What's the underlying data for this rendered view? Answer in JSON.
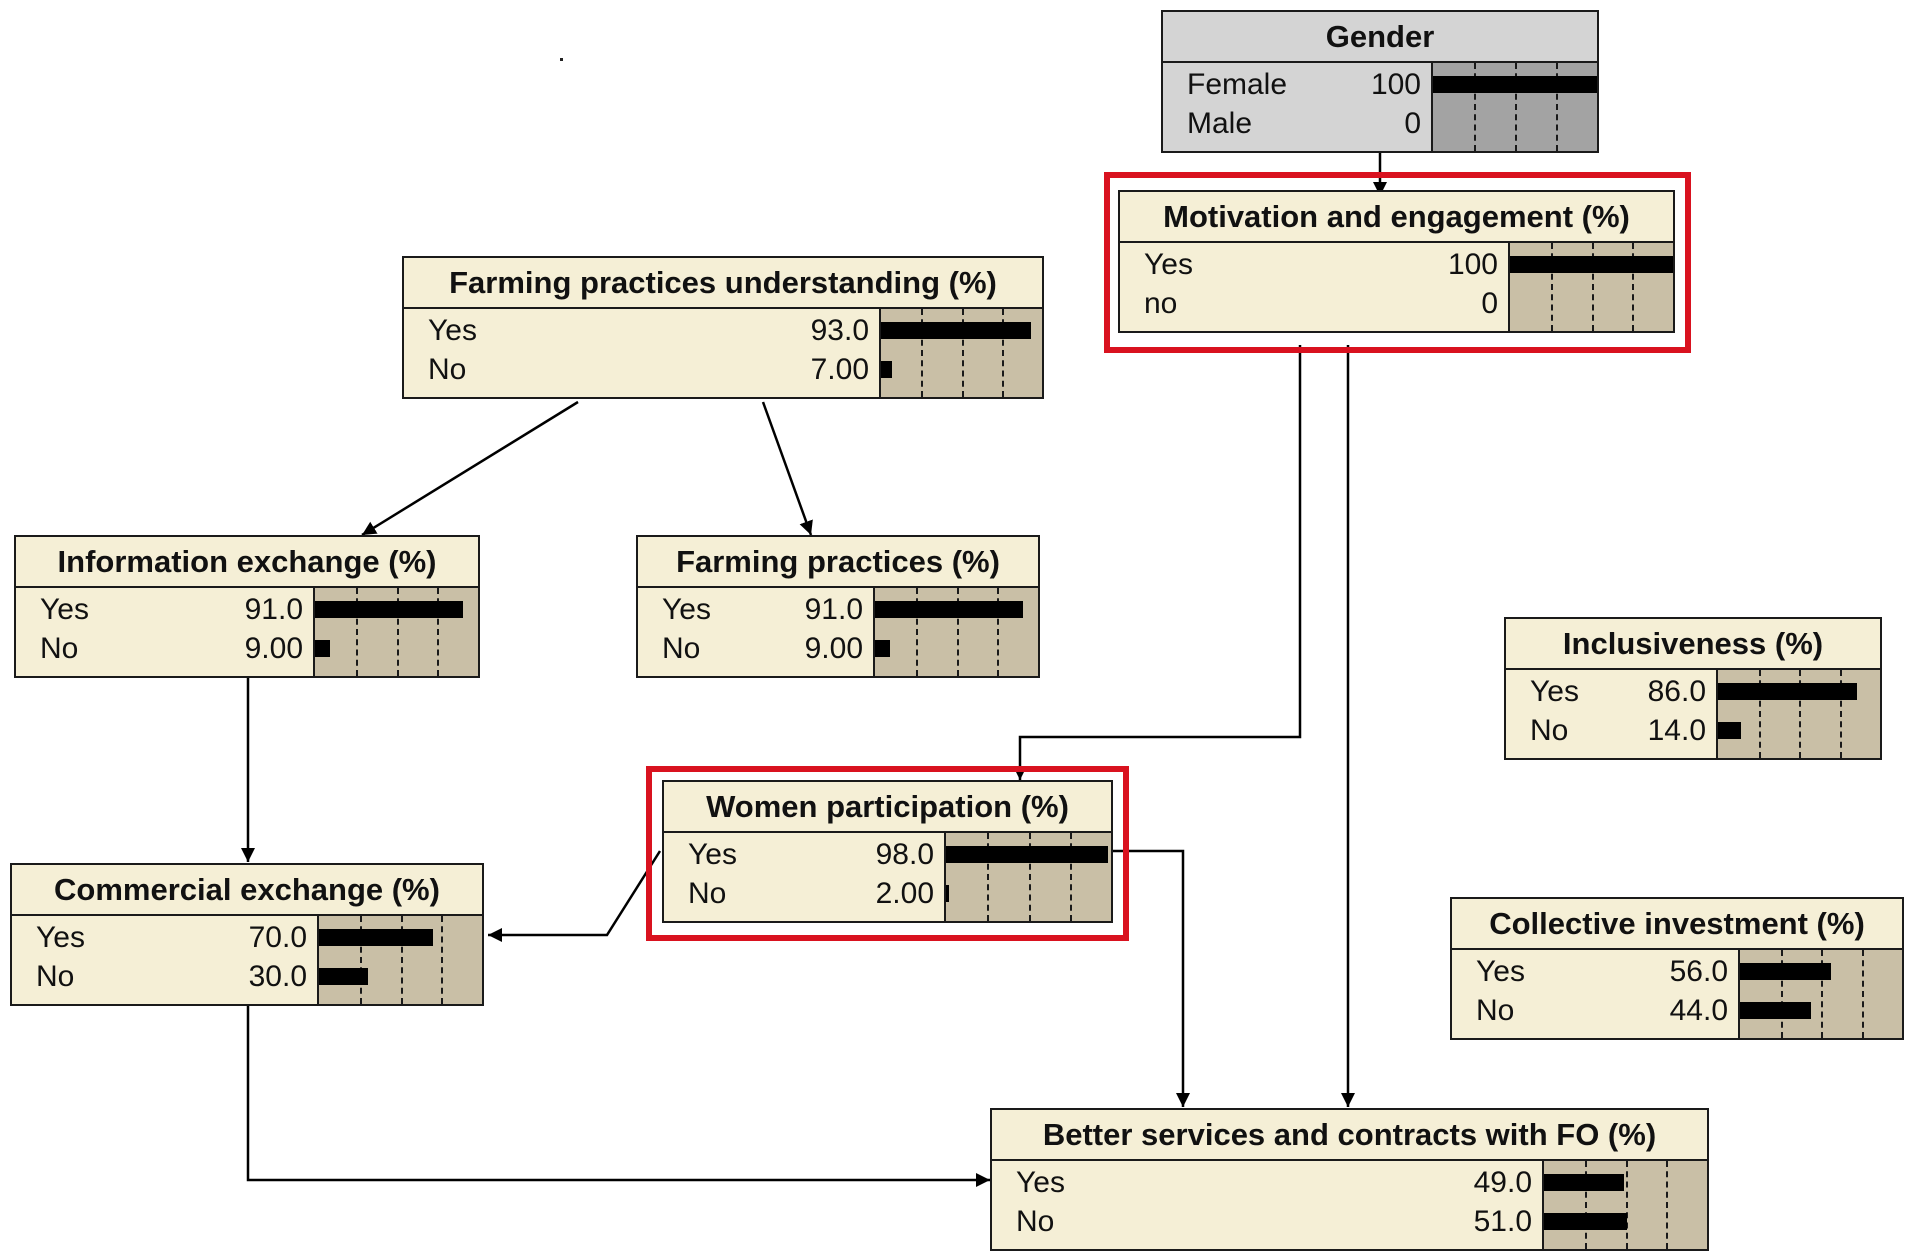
{
  "nodes": [
    {
      "id": "gender",
      "title": "Gender",
      "states": [
        {
          "label": "Female",
          "value": "100",
          "percent": 100
        },
        {
          "label": "Male",
          "value": "0",
          "percent": 0
        }
      ]
    },
    {
      "id": "motivation",
      "title": "Motivation and engagement (%)",
      "states": [
        {
          "label": "Yes",
          "value": "100",
          "percent": 100
        },
        {
          "label": "no",
          "value": "0",
          "percent": 0
        }
      ]
    },
    {
      "id": "farming-understanding",
      "title": "Farming practices understanding (%)",
      "states": [
        {
          "label": "Yes",
          "value": "93.0",
          "percent": 93
        },
        {
          "label": "No",
          "value": "7.00",
          "percent": 7
        }
      ]
    },
    {
      "id": "information-exchange",
      "title": "Information exchange (%)",
      "states": [
        {
          "label": "Yes",
          "value": "91.0",
          "percent": 91
        },
        {
          "label": "No",
          "value": "9.00",
          "percent": 9
        }
      ]
    },
    {
      "id": "farming-practices",
      "title": "Farming practices (%)",
      "states": [
        {
          "label": "Yes",
          "value": "91.0",
          "percent": 91
        },
        {
          "label": "No",
          "value": "9.00",
          "percent": 9
        }
      ]
    },
    {
      "id": "inclusiveness",
      "title": "Inclusiveness (%)",
      "states": [
        {
          "label": "Yes",
          "value": "86.0",
          "percent": 86
        },
        {
          "label": "No",
          "value": "14.0",
          "percent": 14
        }
      ]
    },
    {
      "id": "women-participation",
      "title": "Women participation (%)",
      "states": [
        {
          "label": "Yes",
          "value": "98.0",
          "percent": 98
        },
        {
          "label": "No",
          "value": "2.00",
          "percent": 2
        }
      ]
    },
    {
      "id": "commercial-exchange",
      "title": "Commercial exchange (%)",
      "states": [
        {
          "label": "Yes",
          "value": "70.0",
          "percent": 70
        },
        {
          "label": "No",
          "value": "30.0",
          "percent": 30
        }
      ]
    },
    {
      "id": "collective-investment",
      "title": "Collective investment (%)",
      "states": [
        {
          "label": "Yes",
          "value": "56.0",
          "percent": 56
        },
        {
          "label": "No",
          "value": "44.0",
          "percent": 44
        }
      ]
    },
    {
      "id": "better-services",
      "title": "Better services and contracts with FO (%)",
      "states": [
        {
          "label": "Yes",
          "value": "49.0",
          "percent": 49
        },
        {
          "label": "No",
          "value": "51.0",
          "percent": 51
        }
      ]
    }
  ],
  "edges": [
    {
      "from": "gender",
      "to": "motivation"
    },
    {
      "from": "motivation",
      "to": "women-participation"
    },
    {
      "from": "motivation",
      "to": "better-services"
    },
    {
      "from": "farming-understanding",
      "to": "information-exchange"
    },
    {
      "from": "farming-understanding",
      "to": "farming-practices"
    },
    {
      "from": "information-exchange",
      "to": "commercial-exchange"
    },
    {
      "from": "women-participation",
      "to": "commercial-exchange"
    },
    {
      "from": "women-participation",
      "to": "better-services"
    },
    {
      "from": "commercial-exchange",
      "to": "better-services"
    }
  ],
  "highlighted": [
    "motivation",
    "women-participation"
  ],
  "colors": {
    "node_fill": "#f5efd6",
    "evidence_node_fill": "#d4d4d4",
    "bar_area": "#c9bfa6",
    "bar": "#000000",
    "highlight": "#d9121f"
  }
}
